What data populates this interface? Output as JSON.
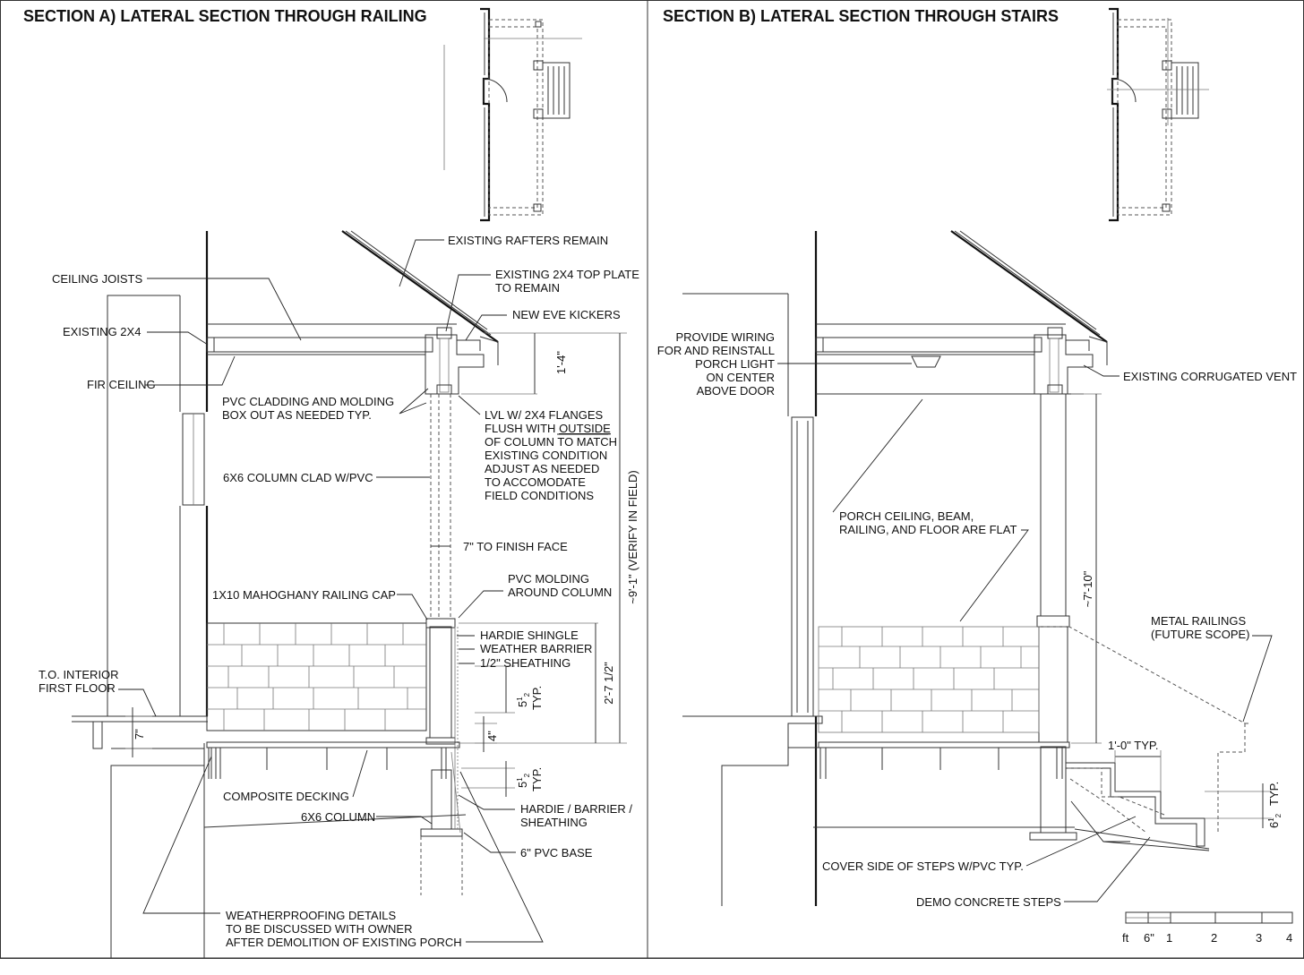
{
  "section_a": {
    "title": "SECTION A) LATERAL SECTION THROUGH RAILING",
    "notes": {
      "existing_rafters": "EXISTING RAFTERS REMAIN",
      "ceiling_joists": "CEILING JOISTS",
      "top_plate_1": "EXISTING 2X4 TOP PLATE",
      "top_plate_2": "TO REMAIN",
      "eve_kickers": "NEW EVE KICKERS",
      "existing_2x4": "EXISTING 2X4",
      "fir_ceiling": "FIR CEILING",
      "pvc_cladding_1": "PVC CLADDING AND MOLDING",
      "pvc_cladding_2": "BOX OUT AS NEEDED TYP.",
      "lvl_1": "LVL W/ 2X4 FLANGES",
      "lvl_2a": "FLUSH WITH ",
      "lvl_2b": "OUTSIDE",
      "lvl_3": "OF COLUMN TO MATCH",
      "lvl_4": "EXISTING CONDITION",
      "lvl_5": "ADJUST AS NEEDED",
      "lvl_6": "TO ACCOMODATE",
      "lvl_7": "FIELD CONDITIONS",
      "column_clad": "6X6 COLUMN CLAD W/PVC",
      "finish_face": "7\" TO FINISH FACE",
      "pvc_molding_1": "PVC MOLDING",
      "pvc_molding_2": "AROUND COLUMN",
      "railing_cap": "1X10 MAHOGHANY RAILING CAP",
      "hardie_shingle": "HARDIE SHINGLE",
      "weather_barrier": "WEATHER BARRIER",
      "sheathing_half": "1/2\" SHEATHING",
      "interior_floor_1": "T.O. INTERIOR",
      "interior_floor_2": "FIRST FLOOR",
      "composite_decking": "COMPOSITE DECKING",
      "column_6x6": "6X6 COLUMN",
      "hardie_barrier_1": "HARDIE / BARRIER /",
      "hardie_barrier_2": "SHEATHING",
      "pvc_base": "6\" PVC BASE",
      "weatherproofing_1": "WEATHERPROOFING DETAILS",
      "weatherproofing_2": "TO BE DISCUSSED WITH OWNER",
      "weatherproofing_3": "AFTER DEMOLITION OF EXISTING PORCH"
    },
    "dims": {
      "d_1_4": "1'-4\"",
      "d_9_1": "~9'-1\" (VERIFY IN FIELD)",
      "d_2_7": "2'-7 1/2\"",
      "d_5_1": "5",
      "d_frac_top": "1",
      "d_frac_bot": "2",
      "d_typ": "TYP.",
      "d_4": "4\"",
      "d_7": "7\""
    }
  },
  "section_b": {
    "title": "SECTION B) LATERAL SECTION THROUGH STAIRS",
    "notes": {
      "wiring_1": "PROVIDE WIRING",
      "wiring_2": "FOR AND REINSTALL",
      "wiring_3": "PORCH LIGHT",
      "wiring_4": "ON CENTER",
      "wiring_5": "ABOVE DOOR",
      "corrugated_vent": "EXISTING CORRUGATED VENT",
      "porch_flat_1": "PORCH CEILING, BEAM,",
      "porch_flat_2": "RAILING, AND FLOOR ARE FLAT",
      "metal_railings_1": "METAL RAILINGS",
      "metal_railings_2": "(FUTURE SCOPE)",
      "cover_steps": "COVER SIDE OF STEPS W/PVC TYP.",
      "demo_steps": "DEMO CONCRETE STEPS"
    },
    "dims": {
      "d_7_10": "~7'-10\"",
      "d_1_0": "1'-0\" TYP.",
      "d_6": "6",
      "d_typ": "TYP."
    }
  },
  "scale_bar": {
    "labels": [
      "ft",
      "6\"",
      "1",
      "2",
      "3",
      "4"
    ]
  }
}
